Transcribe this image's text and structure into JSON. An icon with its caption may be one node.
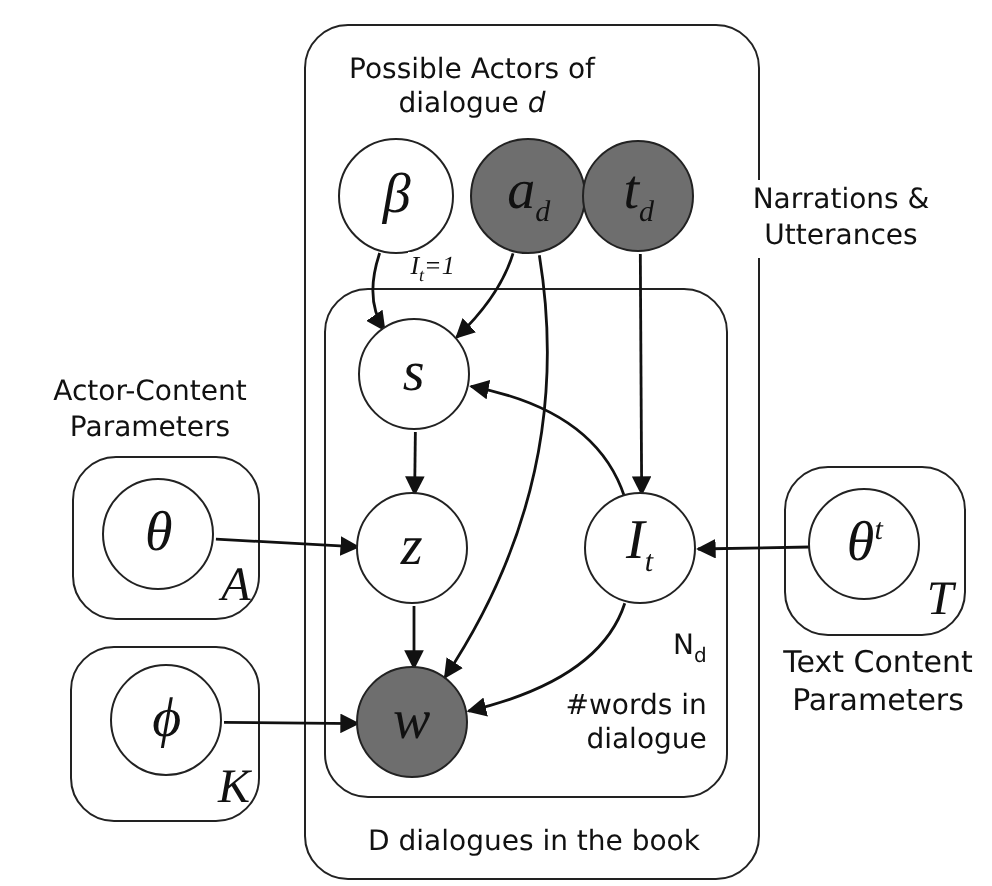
{
  "diagram": {
    "nodes": [
      {
        "text": [
          "Possible Actors of dialogue *d*",
          "D dialogues in the book"
        ]
      },
      {
        "text": [
          "β"
        ],
        "in": 0
      },
      {
        "text": [
          "a$_{d}$"
        ],
        "in": 0
      },
      {
        "text": [
          "t$_{d}$"
        ],
        "in": 0
      },
      {
        "text": [
          "N$_{d}$",
          "#words in dialogue"
        ],
        "in": 0
      },
      {
        "text": [
          "s"
        ],
        "in": 4
      },
      {
        "text": [
          "z"
        ],
        "in": 4
      },
      {
        "text": [
          "I$_{t}$"
        ],
        "in": 4
      },
      {
        "text": [
          "w"
        ],
        "in": 4
      },
      {
        "text": [
          "A"
        ]
      },
      {
        "text": [
          "θ"
        ],
        "in": 9
      },
      {
        "text": [
          "K"
        ]
      },
      {
        "text": [
          "ϕ"
        ],
        "in": 11
      },
      {
        "text": [
          "T"
        ],
        "beside": [
          "Text Content Parameters"
        ]
      },
      {
        "text": [
          "θ$^{t}$"
        ],
        "in": 13
      }
    ],
    "edges": [
      {
        "from": 1,
        "to": 5,
        "arrow": "to"
      },
      {
        "from": 2,
        "to": 5,
        "arrow": "to",
        "label": "I$_{t}$=1"
      },
      {
        "from": 2,
        "to": 8,
        "arrow": "to"
      },
      {
        "from": 3,
        "to": 7,
        "arrow": "to"
      },
      {
        "from": 5,
        "to": 6,
        "arrow": "to"
      },
      {
        "from": 6,
        "to": 8,
        "arrow": "to"
      },
      {
        "from": 7,
        "to": 5,
        "arrow": "to"
      },
      {
        "from": 7,
        "to": 8,
        "arrow": "to"
      },
      {
        "from": 10,
        "to": 6,
        "arrow": "to"
      },
      {
        "from": 12,
        "to": 8,
        "arrow": "to"
      },
      {
        "from": 14,
        "to": 7,
        "arrow": "to"
      }
    ],
    "labels": [
      "Narrations & Utterances",
      "Actor-Content Parameters"
    ]
  }
}
